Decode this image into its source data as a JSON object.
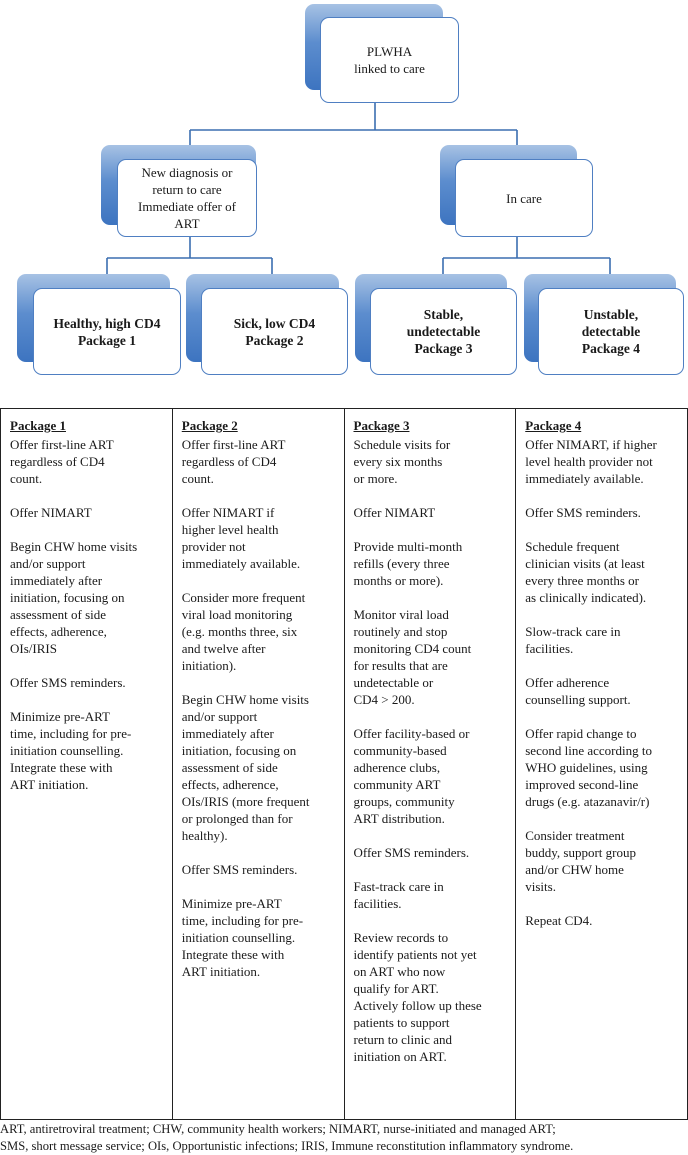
{
  "diagram": {
    "root": "PLWHA\nlinked to care",
    "left_branch": "New diagnosis or\nreturn to care\nImmediate offer of\nART",
    "right_branch": "In care",
    "leaves": [
      "Healthy, high CD4\nPackage 1",
      "Sick, low CD4\nPackage 2",
      "Stable,\nundetectable\nPackage 3",
      "Unstable,\ndetectable\nPackage 4"
    ]
  },
  "packages": [
    {
      "title": "Package 1",
      "items": [
        "Offer first-line ART\nregardless of CD4\ncount.",
        "Offer NIMART",
        "Begin CHW home visits\nand/or support\nimmediately after\ninitiation, focusing on\nassessment of side\neffects, adherence,\nOIs/IRIS",
        "Offer SMS reminders.",
        "Minimize pre-ART\ntime, including for pre-\ninitiation counselling.\nIntegrate these with\nART initiation."
      ]
    },
    {
      "title": "Package 2",
      "items": [
        "Offer first-line ART\nregardless of CD4\ncount.",
        "Offer NIMART if\nhigher level health\nprovider not\nimmediately available.",
        "Consider more frequent\nviral load monitoring\n(e.g. months three, six\nand twelve after\ninitiation).",
        "Begin CHW home visits\nand/or support\nimmediately after\ninitiation, focusing on\nassessment of side\neffects, adherence,\nOIs/IRIS (more frequent\nor prolonged than for\nhealthy).",
        "Offer SMS reminders.",
        "Minimize pre-ART\ntime, including for pre-\ninitiation counselling.\nIntegrate these with\nART initiation."
      ]
    },
    {
      "title": "Package 3",
      "items": [
        "Schedule visits for\nevery six months\nor more.",
        "Offer NIMART",
        "Provide multi-month\nrefills (every three\nmonths or more).",
        "Monitor viral load\nroutinely and stop\nmonitoring CD4 count\nfor results that are\nundetectable or\nCD4 > 200.",
        "Offer facility-based or\ncommunity-based\nadherence clubs,\ncommunity ART\ngroups, community\nART distribution.",
        "Offer SMS reminders.",
        "Fast-track care in\nfacilities.",
        "Review records to\nidentify patients not yet\non ART who now\nqualify for ART.\nActively follow up these\npatients to support\nreturn to clinic and\ninitiation on ART."
      ]
    },
    {
      "title": "Package 4",
      "items": [
        "Offer NIMART, if higher\nlevel health provider not\nimmediately available.",
        "Offer SMS reminders.",
        "Schedule frequent\nclinician visits (at least\nevery three months or\nas clinically indicated).",
        "Slow-track care in\nfacilities.",
        "Offer adherence\ncounselling support.",
        "Offer rapid change to\nsecond line according to\nWHO guidelines, using\nimproved second-line\ndrugs (e.g. atazanavir/r)",
        "Consider treatment\nbuddy, support group\nand/or CHW home\nvisits.",
        "Repeat CD4."
      ]
    }
  ],
  "footnote": "ART, antiretroviral treatment; CHW, community health workers; NIMART, nurse-initiated and managed ART;\nSMS, short message service; OIs, Opportunistic infections; IRIS, Immune reconstitution inflammatory syndrome.",
  "colors": {
    "box_border": "#4f7fc2",
    "shadow": "#5c8dce",
    "connector": "#3b6eb0"
  }
}
